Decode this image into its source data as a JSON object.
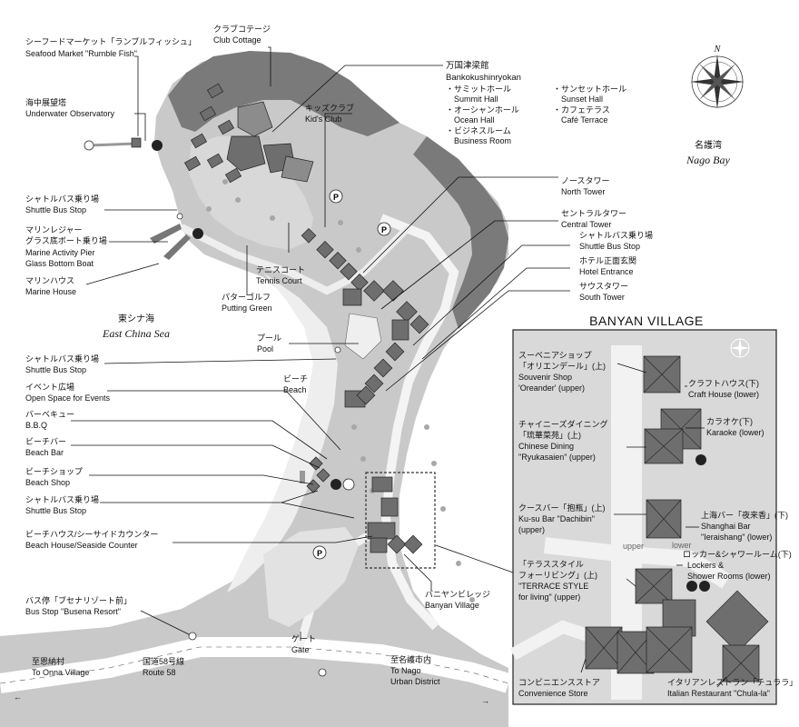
{
  "compass": {
    "north": "N"
  },
  "bays": {
    "nago_ja": "名護湾",
    "nago_en": "Nago Bay",
    "east_china_ja": "東シナ海",
    "east_china_en": "East China Sea"
  },
  "labels": {
    "seafood_ja": "シーフードマーケット「ランブルフィッシュ」",
    "seafood_en": "Seafood Market \"Rumble Fish\"",
    "club_cottage_ja": "クラブコテージ",
    "club_cottage_en": "Club Cottage",
    "bankoku_ja": "万国津梁館",
    "bankoku_en": "Bankokushinryokan",
    "summit_ja": "・サミットホール",
    "summit_en": "Summit Hall",
    "ocean_ja": "・オーシャンホール",
    "ocean_en": "Ocean Hall",
    "business_ja": "・ビジネスルーム",
    "business_en": "Business Room",
    "sunset_ja": "・サンセットホール",
    "sunset_en": "Sunset Hall",
    "cafe_ja": "・カフェテラス",
    "cafe_en": "Café Terrace",
    "underwater_ja": "海中展望塔",
    "underwater_en": "Underwater Observatory",
    "kids_ja": "キッズクラブ",
    "kids_en": "Kid's Club",
    "shuttle1_ja": "シャトルバス乗り場",
    "shuttle1_en": "Shuttle Bus Stop",
    "north_tower_ja": "ノースタワー",
    "north_tower_en": "North Tower",
    "central_tower_ja": "セントラルタワー",
    "central_tower_en": "Central Tower",
    "marine_pier_ja": "マリンレジャー",
    "marine_pier_ja2": "グラス底ボート乗り場",
    "marine_pier_en": "Marine Activity Pier",
    "marine_pier_en2": "Glass Bottom Boat",
    "shuttle2_ja": "シャトルバス乗り場",
    "shuttle2_en": "Shuttle Bus Stop",
    "hotel_entrance_ja": "ホテル正面玄関",
    "hotel_entrance_en": "Hotel Entrance",
    "marine_house_ja": "マリンハウス",
    "marine_house_en": "Marine House",
    "tennis_ja": "テニスコート",
    "tennis_en": "Tennis Court",
    "south_tower_ja": "サウスタワー",
    "south_tower_en": "South Tower",
    "putting_ja": "パターゴルフ",
    "putting_en": "Putting Green",
    "pool_ja": "プール",
    "pool_en": "Pool",
    "shuttle3_ja": "シャトルバス乗り場",
    "shuttle3_en": "Shuttle Bus Stop",
    "beach_ja": "ビーチ",
    "beach_en": "Beach",
    "events_ja": "イベント広場",
    "events_en": "Open Space for Events",
    "bbq_ja": "バーベキュー",
    "bbq_en": "B.B.Q",
    "beach_bar_ja": "ビーチバー",
    "beach_bar_en": "Beach Bar",
    "beach_shop_ja": "ビーチショップ",
    "beach_shop_en": "Beach Shop",
    "shuttle4_ja": "シャトルバス乗り場",
    "shuttle4_en": "Shuttle Bus Stop",
    "beach_house_ja": "ビーチハウス/シーサイドカウンター",
    "beach_house_en": "Beach House/Seaside Counter",
    "banyan_ja": "バニヤンビレッジ",
    "banyan_en": "Banyan Village",
    "bus_stop_ja": "バス停「ブセナリゾート前」",
    "bus_stop_en": "Bus Stop \"Busena Resort\"",
    "gate_ja": "ゲート",
    "gate_en": "Gate",
    "onna_ja": "至恩納村",
    "onna_en": "To Onna Village",
    "route_ja": "国道58号線",
    "route_en": "Route 58",
    "nago_city_ja": "至名護市内",
    "nago_city_en": "To Nago",
    "nago_city_en2": "Urban District",
    "parking": "P"
  },
  "inset": {
    "title": "BANYAN VILLAGE",
    "souvenir_ja": "スーベニアショップ",
    "souvenir_ja2": "「オリエンデール」(上)",
    "souvenir_en": "Souvenir Shop",
    "souvenir_en2": "'Oreander' (upper)",
    "craft_ja": "クラフトハウス(下)",
    "craft_en": "Craft House (lower)",
    "chinese_ja": "チャイニーズダイニング",
    "chinese_ja2": "「琉華菜苑」(上)",
    "chinese_en": "Chinese Dining",
    "chinese_en2": "\"Ryukasaien\" (upper)",
    "karaoke_ja": "カラオケ(下)",
    "karaoke_en": "Karaoke (lower)",
    "kusu_ja": "クースバー「抱瓶」(上)",
    "kusu_en": "Ku-su Bar \"Dachibin\"",
    "kusu_en2": "(upper)",
    "shanghai_ja": "上海バー「夜来香」(下)",
    "shanghai_en": "Shanghai Bar",
    "shanghai_en2": "\"Ieraishang\" (lower)",
    "upper": "upper",
    "lower": "lower",
    "lockers_ja": "ロッカー&シャワールーム(下)",
    "lockers_en": "Lockers &",
    "lockers_en2": "Shower Rooms (lower)",
    "terrace_ja": "「テラススタイル",
    "terrace_ja2": "フォーリビング」(上)",
    "terrace_en": "\"TERRACE STYLE",
    "terrace_en2": "for living\" (upper)",
    "convenience_ja": "コンビニエンスストア",
    "convenience_en": "Convenience Store",
    "italian_ja": "イタリアンレストラン「チュララ」",
    "italian_en": "Italian Restaurant \"Chula-la\""
  }
}
